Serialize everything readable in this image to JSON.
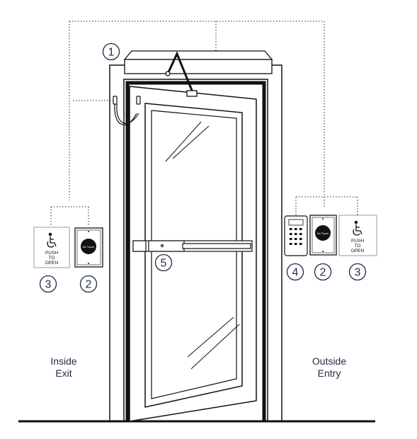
{
  "callouts": {
    "operator": "1",
    "button_inside": "2",
    "sign_inside": "3",
    "keypad": "4",
    "button_outside": "2",
    "sign_outside": "3",
    "exit_device": "5"
  },
  "signs": {
    "inside": {
      "line1": "PUSH",
      "line2": "TO",
      "line3": "OPEN"
    },
    "outside": {
      "line1": "PUSH",
      "line2": "TO",
      "line3": "OPEN"
    }
  },
  "buttons": {
    "inside_label": "No Touch",
    "outside_label": "No Touch"
  },
  "zones": {
    "inside_line1": "Inside",
    "inside_line2": "Exit",
    "outside_line1": "Outside",
    "outside_line2": "Entry"
  },
  "colors": {
    "callout_stroke": "#1f2a44",
    "line": "#111111",
    "dotted": "#555555"
  }
}
